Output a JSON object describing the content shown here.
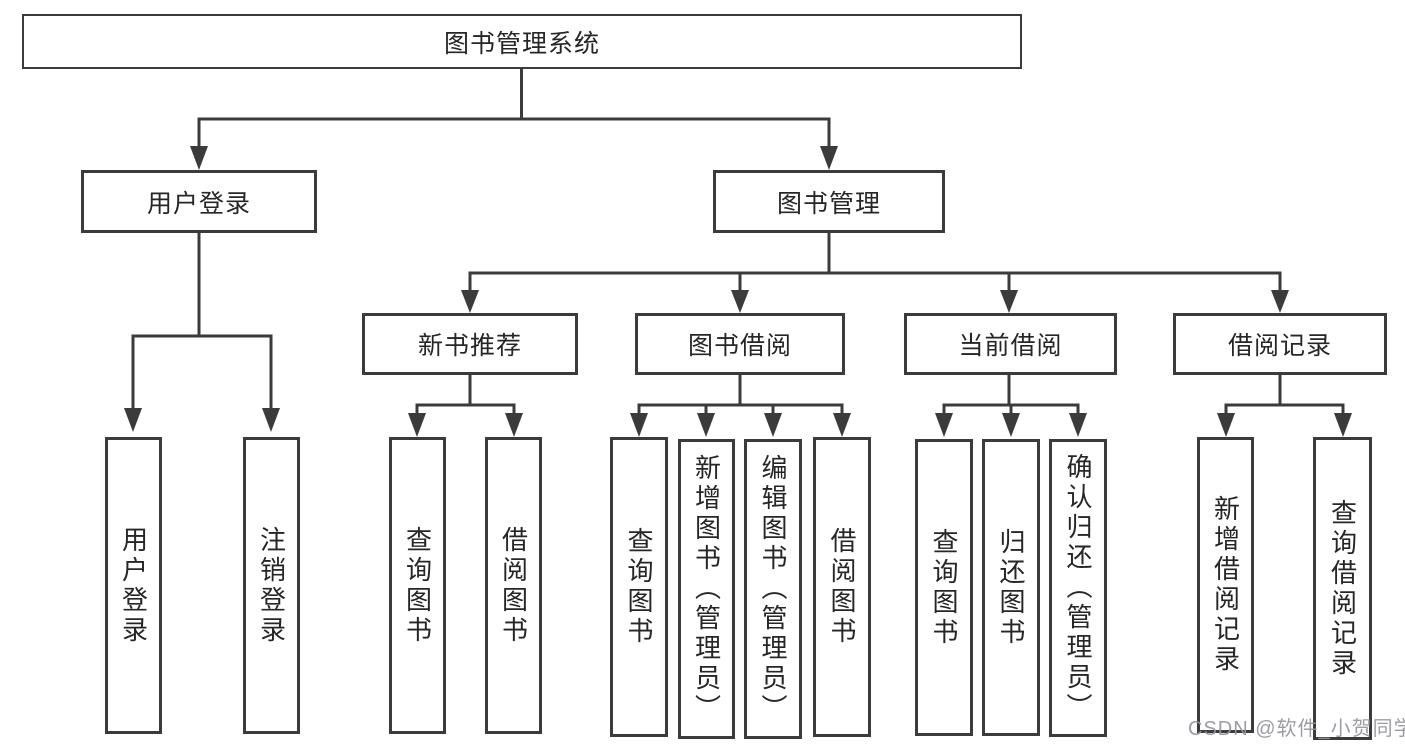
{
  "page": {
    "watermark": "CSDN @软件_小贺同学"
  },
  "diagram": {
    "type": "hierarchy-flowchart",
    "line_color": "#3b3b3b",
    "text_color": "#262626",
    "background": "#ffffff",
    "root": {
      "label": "图书管理系统"
    },
    "level2": [
      {
        "label": "用户登录"
      },
      {
        "label": "图书管理"
      }
    ],
    "level3": [
      {
        "label": "新书推荐"
      },
      {
        "label": "图书借阅"
      },
      {
        "label": "当前借阅"
      },
      {
        "label": "借阅记录"
      }
    ],
    "leaves": {
      "user_login": [
        {
          "label": "用户登录"
        },
        {
          "label": "注销登录"
        }
      ],
      "new_book": [
        {
          "label": "查询图书"
        },
        {
          "label": "借阅图书"
        }
      ],
      "book_borrow": [
        {
          "label": "查询图书"
        },
        {
          "label": "新增图书（管理员）"
        },
        {
          "label": "编辑图书（管理员）"
        },
        {
          "label": "借阅图书"
        }
      ],
      "current_borrow": [
        {
          "label": "查询图书"
        },
        {
          "label": "归还图书"
        },
        {
          "label": "确认归还（管理员）"
        }
      ],
      "borrow_records": [
        {
          "label": "新增借阅记录"
        },
        {
          "label": "查询借阅记录"
        }
      ]
    }
  }
}
